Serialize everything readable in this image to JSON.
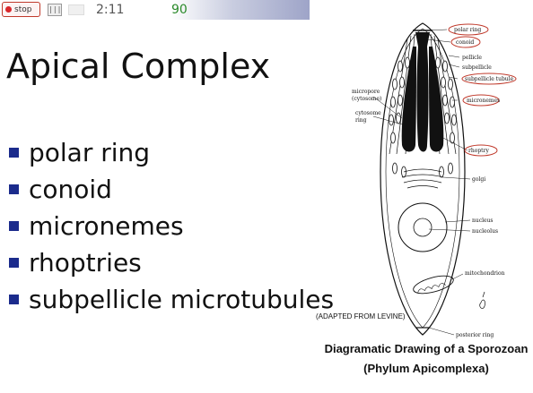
{
  "toolbar": {
    "stop_label": "stop",
    "pause_label": "|||",
    "timer": "2:11",
    "counter": "90"
  },
  "slide": {
    "title": "Apical Complex",
    "bullets": [
      "polar ring",
      "conoid",
      "micronemes",
      "rhoptries",
      "subpellicle microtubules"
    ]
  },
  "diagram": {
    "labels_right": [
      "polar ring",
      "conoid",
      "pellicle",
      "subpellicle",
      "subpellicle tubule",
      "micronemes",
      "rhoptry",
      "golgi",
      "nucleus",
      "nucleolus",
      "mitochondrion",
      "posterior ring"
    ],
    "labels_left": [
      "micropore",
      "(cytosome)",
      "cytosome",
      "ring"
    ],
    "credit": "(ADAPTED FROM LEVINE)",
    "caption_line1": "Diagramatic Drawing of a Sporozoan",
    "caption_line2": "(Phylum Apicomplexa)",
    "colors": {
      "ink": "#111111",
      "circle_label": "#c0392b",
      "bullet": "#1b2b8c"
    }
  }
}
